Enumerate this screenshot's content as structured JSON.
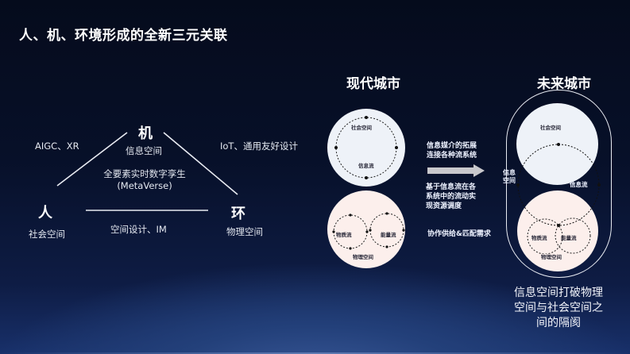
{
  "title": "人、机、环境形成的全新三元关联",
  "triangle": {
    "machine": {
      "char": "机",
      "sub": "信息空间"
    },
    "human": {
      "char": "人",
      "sub": "社会空间"
    },
    "environment": {
      "char": "环",
      "sub": "物理空间"
    },
    "left_edge_label": "AIGC、XR",
    "right_edge_label": "IoT、通用友好设计",
    "bottom_edge_label": "空间设计、IM",
    "center_line1": "全要素实时数字孪生",
    "center_line2": "(MetaVerse)"
  },
  "modern_city": {
    "heading": "现代城市",
    "top_circle": {
      "label": "社会空间",
      "flow": "信息流"
    },
    "bottom_circle": {
      "label": "物理空间",
      "flow_left": "物质流",
      "flow_right": "能量流"
    }
  },
  "middle": {
    "text1_line1": "信息媒介的拓展",
    "text1_line2": "连接各种流系统",
    "arrow": "right-arrow-icon",
    "text2_line1": "基于信息流在各",
    "text2_line2": "系统中的流动实",
    "text2_line3": "现资源调度",
    "text3": "协作供给&匹配需求"
  },
  "future_city": {
    "heading": "未来城市",
    "top_label": "社会空间",
    "info_space_line1": "信息",
    "info_space_line2": "空间",
    "info_flow": "信息流",
    "bottom_label": "物理空间",
    "flow_left": "物质流",
    "flow_right": "能量流",
    "caption_line1": "信息空间打破物理",
    "caption_line2": "空间与社会空间之",
    "caption_line3": "间的隔阂"
  },
  "colors": {
    "bg_top": "#050b1c",
    "bg_bottom": "#2a4580",
    "social_circle": "#eef2f8",
    "physical_circle": "#fcefec",
    "arrow": "#c8c8cc"
  }
}
